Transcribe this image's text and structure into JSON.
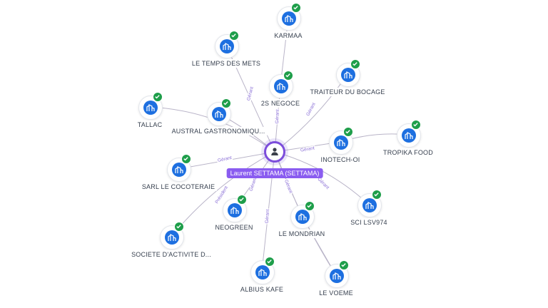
{
  "center": {
    "label": "Laurent SETTAMA (SETTAMA)",
    "icon": "person-icon"
  },
  "colors": {
    "accent": "#8a5cf0",
    "company": "#1d6fe0",
    "verified": "#1e9e4a",
    "edge": "#b9b4c8"
  },
  "companies": [
    {
      "label": "KARMAA"
    },
    {
      "label": "LE TEMPS DES METS"
    },
    {
      "label": "2S NEGOCE"
    },
    {
      "label": "TRAITEUR DU BOCAGE"
    },
    {
      "label": "TALLAC"
    },
    {
      "label": "AUSTRAL GASTRONOMIQU..."
    },
    {
      "label": "INOTECH-OI"
    },
    {
      "label": "TROPIKA FOOD"
    },
    {
      "label": "SARL LE COCOTERAIE"
    },
    {
      "label": "SCI LSV974"
    },
    {
      "label": "NEOGREEN"
    },
    {
      "label": "LE MONDRIAN"
    },
    {
      "label": "SOCIETE D'ACTIVITE D..."
    },
    {
      "label": "ALBIUS KAFE"
    },
    {
      "label": "LE VOEME"
    }
  ],
  "roles": [
    "Gérant",
    "Gérant",
    "Gérant",
    "Gérant",
    "Gérant",
    "Gérant",
    "Président",
    "Gérant",
    "Gérant",
    "Gérant"
  ]
}
